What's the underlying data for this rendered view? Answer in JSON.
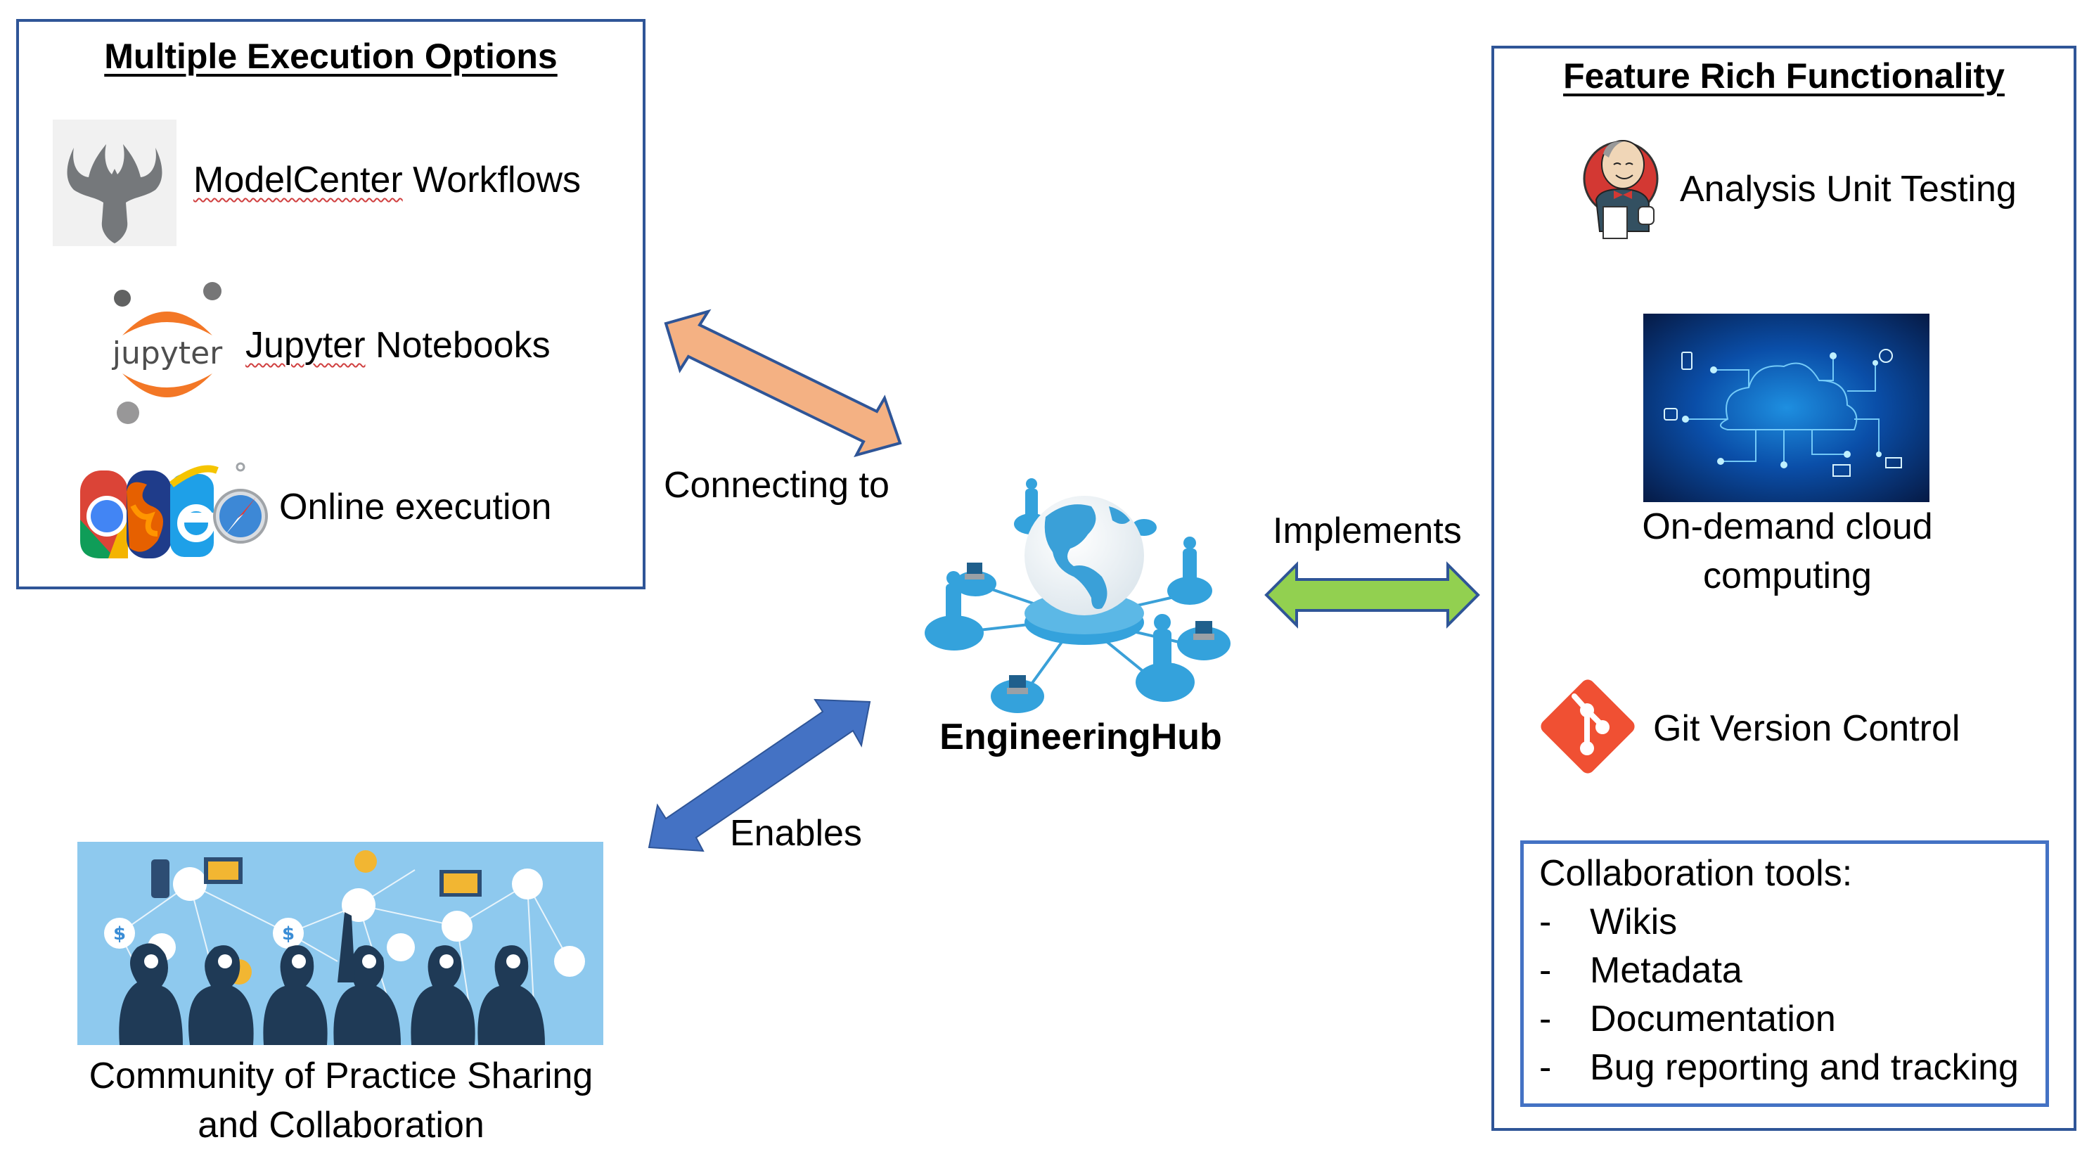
{
  "left_panel": {
    "title": "Multiple Execution Options",
    "items": [
      {
        "icon": "modelcenter-phoenix-icon",
        "label_part1": "ModelCenter",
        "label_part2": " Workflows"
      },
      {
        "icon": "jupyter-logo-icon",
        "logo_text": "jupyter",
        "label_part1": "Jupyter",
        "label_part2": " Notebooks"
      },
      {
        "icon": "browser-icons",
        "label": "Online execution"
      }
    ]
  },
  "right_panel": {
    "title": "Feature Rich Functionality",
    "items": [
      {
        "icon": "jenkins-butler-icon",
        "label": "Analysis Unit Testing"
      },
      {
        "icon": "cloud-computing-image",
        "label_line1": "On-demand cloud",
        "label_line2": "computing"
      },
      {
        "icon": "git-logo-icon",
        "label": "Git Version Control"
      }
    ],
    "collaboration": {
      "heading": "Collaboration tools:",
      "bullet": "-",
      "items": [
        "Wikis",
        "Metadata",
        "Documentation",
        "Bug reporting and tracking"
      ]
    }
  },
  "hub": {
    "label": "EngineeringHub",
    "icon": "globe-network-icon"
  },
  "connectors": {
    "connecting_to": {
      "label": "Connecting to",
      "color": "#f4b183",
      "stroke": "#2f5597"
    },
    "implements": {
      "label": "Implements",
      "color": "#92d050",
      "stroke": "#2f5597"
    },
    "enables": {
      "label": "Enables",
      "color": "#4472c4",
      "stroke": "#2f5597"
    }
  },
  "community": {
    "icon": "community-collaboration-image",
    "caption_line1": "Community of Practice Sharing",
    "caption_line2": "and Collaboration"
  },
  "colors": {
    "panel_border": "#2f5597",
    "collab_border": "#4472c4",
    "jupyter_orange": "#f37726",
    "git_red": "#f05033",
    "hub_blue": "#3aa0d8"
  }
}
